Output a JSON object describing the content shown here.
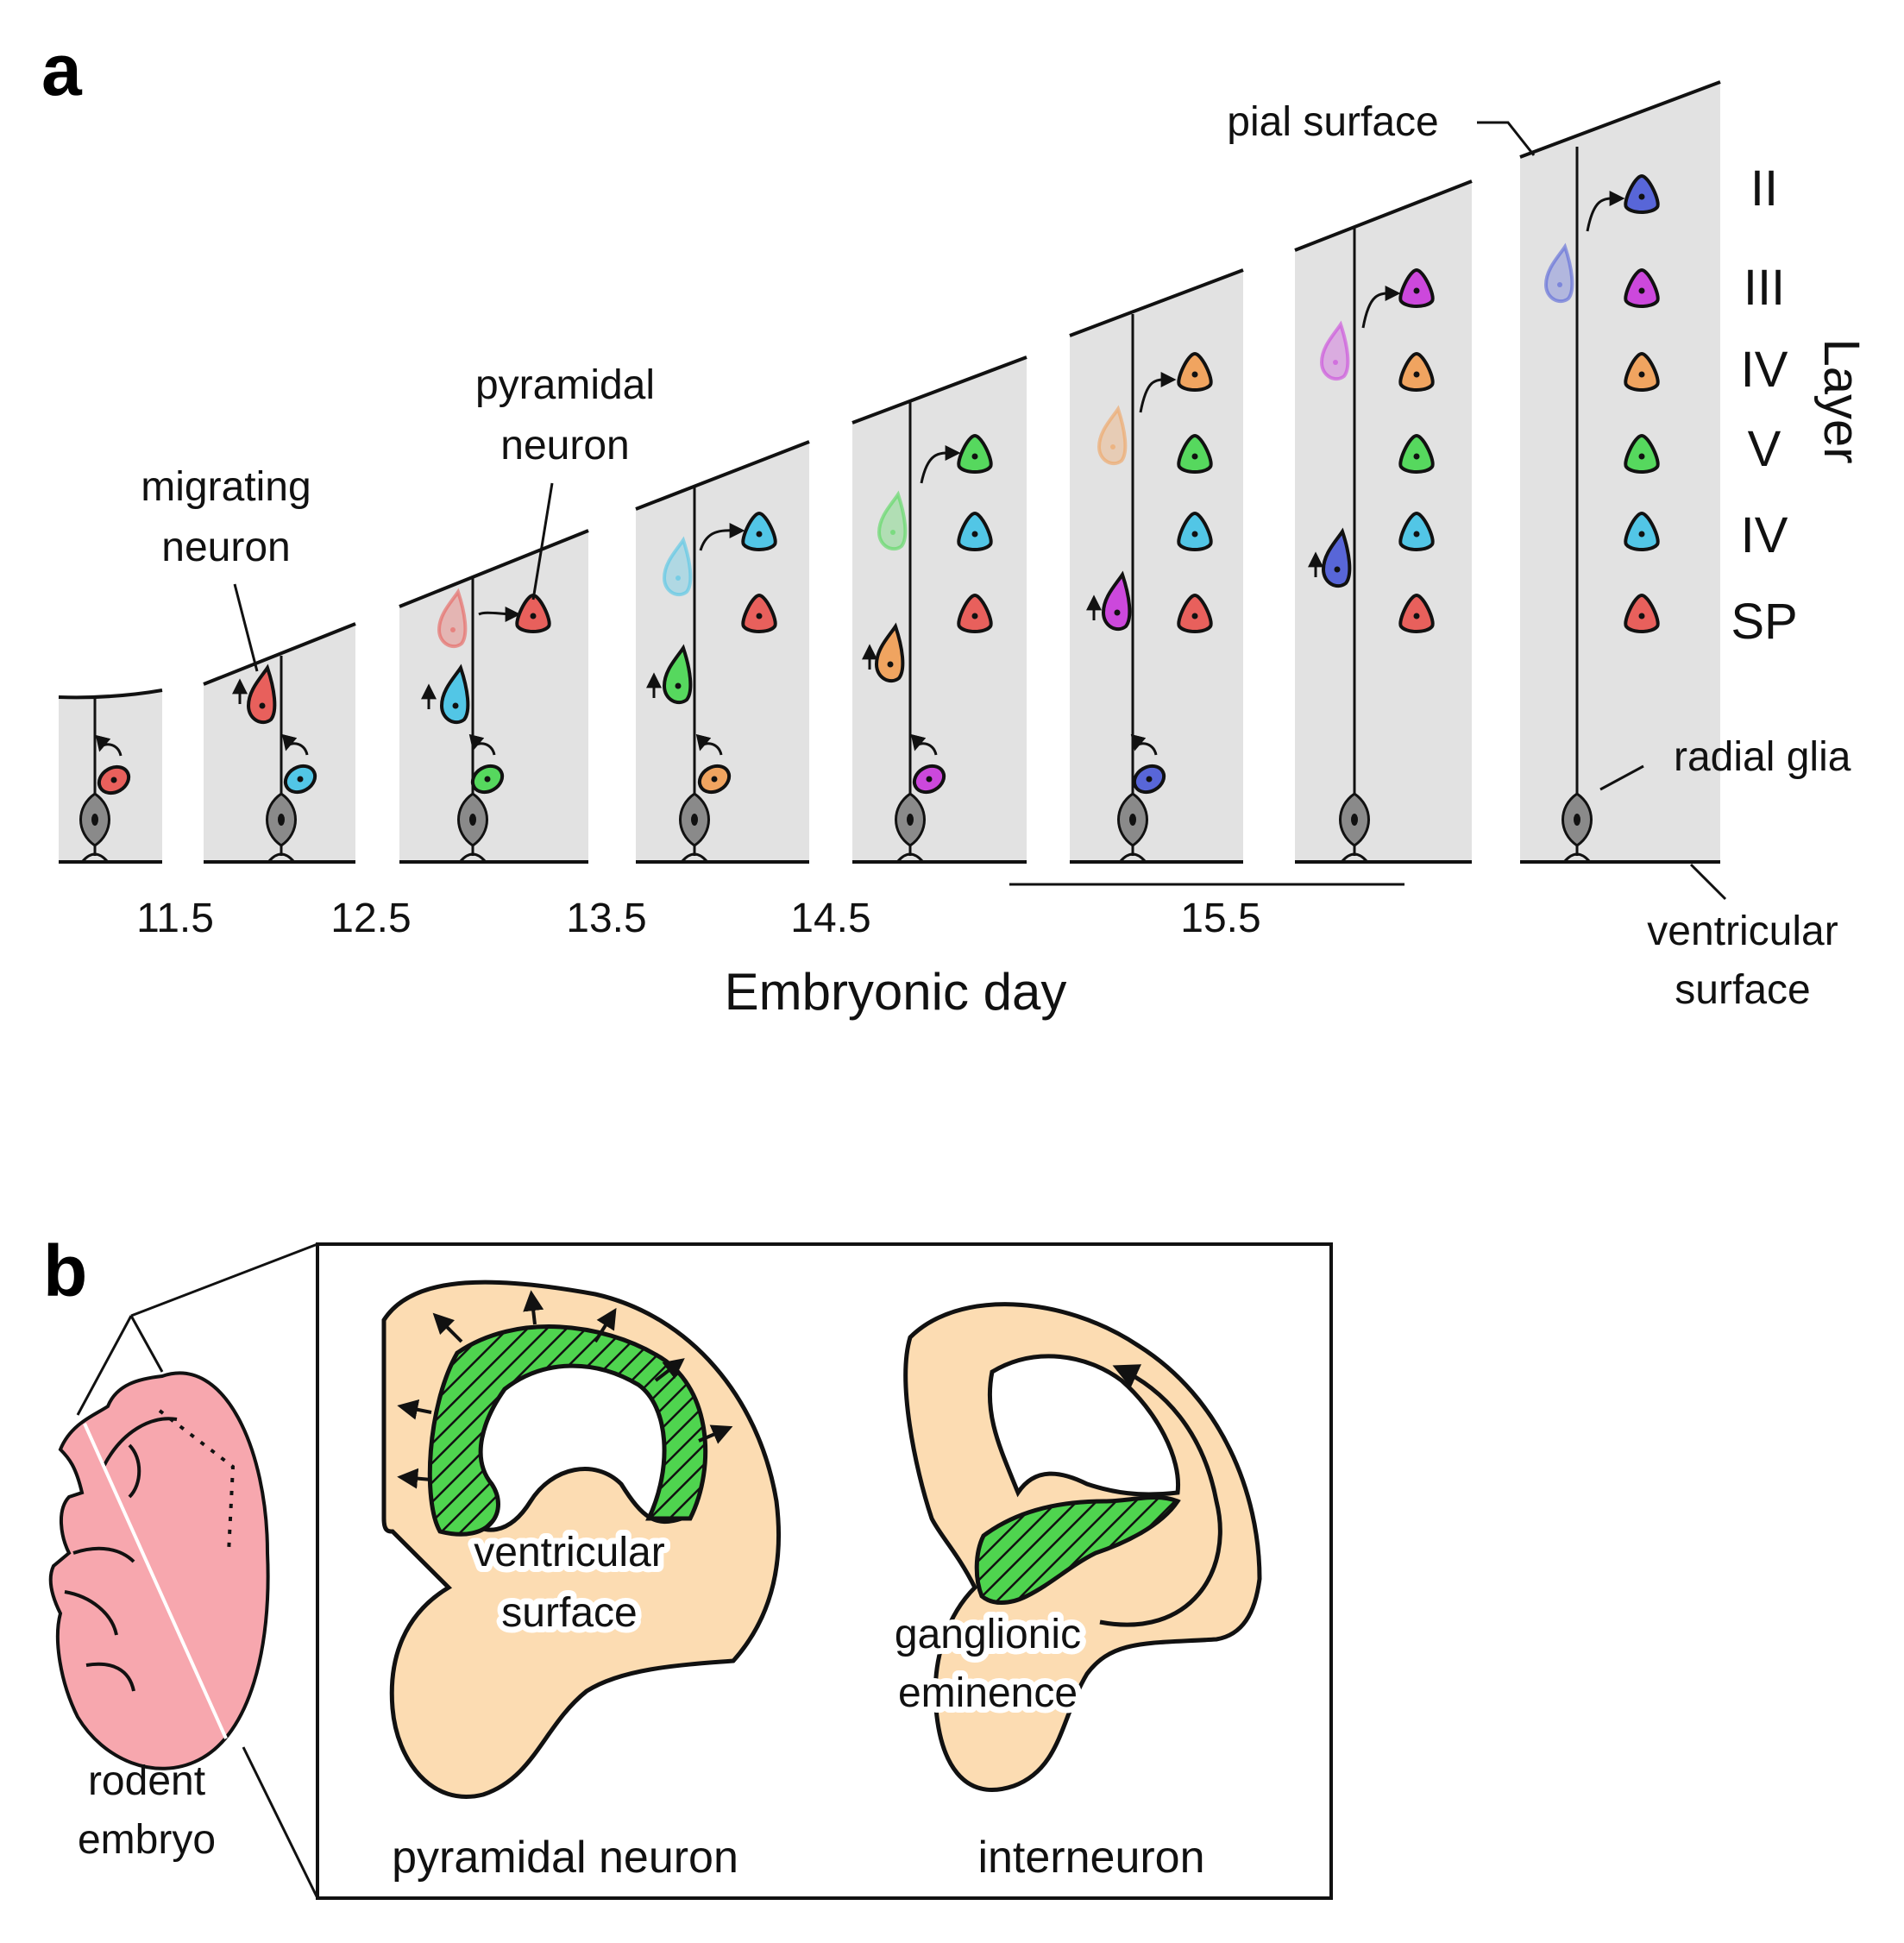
{
  "panel_a": {
    "letter": "a",
    "stages": [
      "11.5",
      "12.5",
      "13.5",
      "14.5",
      "15.5"
    ],
    "axis_title": "Embryonic day",
    "labels": {
      "migrating_1": "migrating",
      "migrating_2": "neuron",
      "pyramidal_1": "pyramidal",
      "pyramidal_2": "neuron",
      "pial": "pial surface",
      "radial": "radial glia",
      "ventricular_1": "ventricular",
      "ventricular_2": "surface"
    },
    "layer_title": "Layer",
    "layers": [
      {
        "name": "II",
        "color": "#7b86f0"
      },
      {
        "name": "III",
        "color": "#d95ce8"
      },
      {
        "name": "IV",
        "color": "#f0b070"
      },
      {
        "name": "V",
        "color": "#2ee84a"
      },
      {
        "name": "IV",
        "color": "#33d4f0"
      },
      {
        "name": "SP",
        "color": "#f07b7b"
      }
    ],
    "cell_colors": {
      "red": "#e8605c",
      "cyan": "#52c6e6",
      "green": "#56d85e",
      "orange": "#f0a460",
      "magenta": "#cc48dc",
      "blue": "#5866d8",
      "glia": "#8a8a8a",
      "panel_bg": "#e2e2e2"
    }
  },
  "panel_b": {
    "letter": "b",
    "embryo_1": "rodent",
    "embryo_2": "embryo",
    "left_caption": "pyramidal neuron",
    "right_caption": "interneuron",
    "ventricular_1": "ventricular",
    "ventricular_2": "surface",
    "ganglionic_1": "ganglionic",
    "ganglionic_2": "eminence",
    "colors": {
      "tissue": "#fcdcb2",
      "zone": "#4fd44f",
      "embryo": "#f7a7ae"
    }
  }
}
